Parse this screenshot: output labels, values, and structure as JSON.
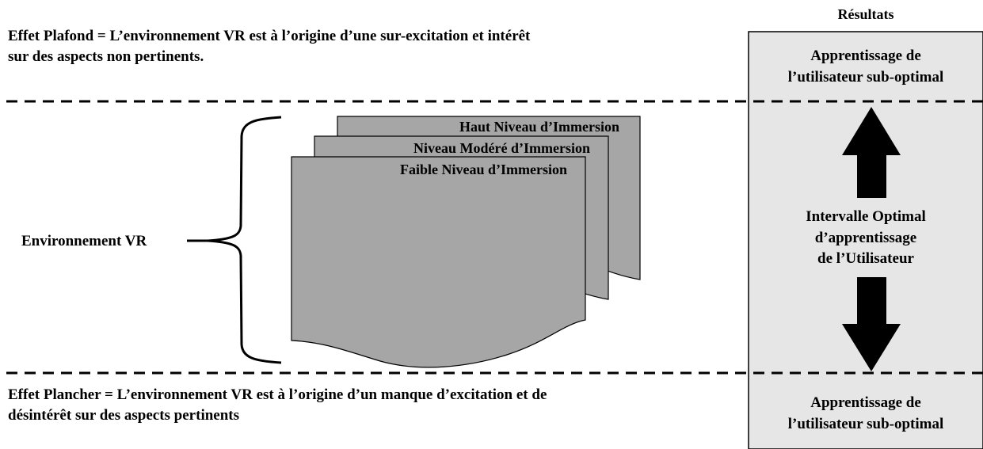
{
  "results_header": "Résultats",
  "ceiling_effect": {
    "line1": "Effet Plafond = L’environnement VR est à l’origine d’une sur-excitation et intérêt",
    "line2": "sur des aspects non pertinents."
  },
  "floor_effect": {
    "line1": "Effet Plancher = L’environnement VR est à l’origine d’un manque d’excitation et de",
    "line2": "désintérêt sur des aspects pertinents"
  },
  "vr_environment_label": "Environnement VR",
  "immersion_levels": {
    "high": "Haut Niveau d’Immersion",
    "moderate": "Niveau Modéré d’Immersion",
    "low": "Faible Niveau d’Immersion"
  },
  "results_panel": {
    "top": {
      "line1": "Apprentissage de",
      "line2": "l’utilisateur sub-optimal"
    },
    "middle": {
      "line1": "Intervalle Optimal",
      "line2": "d’apprentissage",
      "line3": "de l’Utilisateur"
    },
    "bottom": {
      "line1": "Apprentissage de",
      "line2": "l’utilisateur sub-optimal"
    }
  },
  "colors": {
    "panel_fill": "#e6e6e6",
    "page_fill": "#a6a6a6",
    "ink": "#000000"
  }
}
